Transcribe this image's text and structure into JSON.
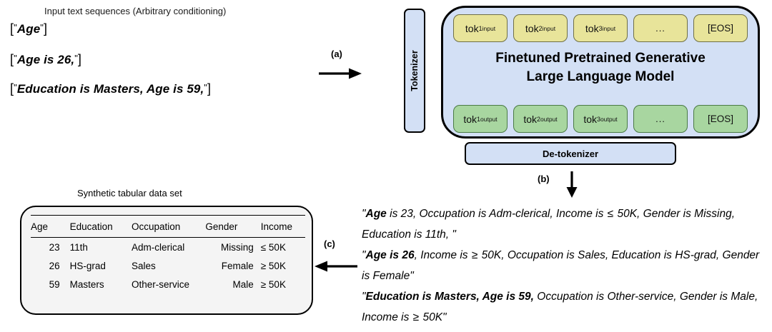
{
  "input_section": {
    "title": "Input text sequences (Arbitrary conditioning)",
    "sequences": [
      {
        "open": "[",
        "quote_open": "\"",
        "text": "Age",
        "quote_close": "\"",
        "close": "]"
      },
      {
        "open": "[",
        "quote_open": "\"",
        "text": "Age is 26,",
        "quote_close": "\"",
        "close": "]"
      },
      {
        "open": "[",
        "quote_open": "\"",
        "text": "Education is Masters, Age is 59,",
        "quote_close": "\"",
        "close": "]"
      }
    ]
  },
  "arrows": {
    "a": {
      "label": "(a)",
      "direction": "right"
    },
    "b": {
      "label": "(b)",
      "direction": "down"
    },
    "c": {
      "label": "(c)",
      "direction": "left"
    }
  },
  "model": {
    "tokenizer_label": "Tokenizer",
    "detokenizer_label": "De-tokenizer",
    "title_line_1": "Finetuned Pretrained Generative",
    "title_line_2": "Large Language Model",
    "input_tokens": [
      {
        "base": "tok",
        "sub": "1",
        "sup": "input"
      },
      {
        "base": "tok",
        "sub": "2",
        "sup": "input"
      },
      {
        "base": "tok",
        "sub": "3",
        "sup": "input"
      },
      {
        "base": "...",
        "sub": "",
        "sup": ""
      },
      {
        "base": "[EOS]",
        "sub": "",
        "sup": ""
      }
    ],
    "output_tokens": [
      {
        "base": "tok",
        "sub": "1",
        "sup": "output"
      },
      {
        "base": "tok",
        "sub": "2",
        "sup": "output"
      },
      {
        "base": "tok",
        "sub": "3",
        "sup": "output"
      },
      {
        "base": "...",
        "sub": "",
        "sup": ""
      },
      {
        "base": "[EOS]",
        "sub": "",
        "sup": ""
      }
    ],
    "colors": {
      "box_fill": "#d3e0f5",
      "input_token_fill": "#e8e49a",
      "output_token_fill": "#a8d6a0",
      "outline": "#000000"
    }
  },
  "generated_text": {
    "lines": [
      {
        "quote_open": "\"",
        "bold": "Age",
        "rest_a": " is 23, Occupation is Adm-clerical, Income is ",
        "cmp": "≤",
        "rest_b": " 50K, Gender is Missing, Education is 11th, ",
        "quote_close": "\""
      },
      {
        "quote_open": "\"",
        "bold": "Age is 26",
        "rest_a": ", Income is ",
        "cmp": "≥",
        "rest_b": " 50K, Occupation is Sales, Education is HS-grad, Gender is Female",
        "quote_close": "\""
      },
      {
        "quote_open": "\"",
        "bold": "Education is Masters, Age is 59,",
        "rest_a": " Occupation is Other-service, Gender is Male, Income is ",
        "cmp": "≥",
        "rest_b": " 50K",
        "quote_close": "\""
      }
    ]
  },
  "table": {
    "title": "Synthetic tabular data set",
    "columns": [
      "Age",
      "Education",
      "Occupation",
      "Gender",
      "Income"
    ],
    "rows": [
      {
        "age": "23",
        "education": "11th",
        "occupation": "Adm-clerical",
        "gender": "Missing",
        "income_cmp": "≤",
        "income_val": "50K"
      },
      {
        "age": "26",
        "education": "HS-grad",
        "occupation": "Sales",
        "gender": "Female",
        "income_cmp": "≥",
        "income_val": "50K"
      },
      {
        "age": "59",
        "education": "Masters",
        "occupation": "Other-service",
        "gender": "Male",
        "income_cmp": "≥",
        "income_val": "50K"
      }
    ]
  }
}
